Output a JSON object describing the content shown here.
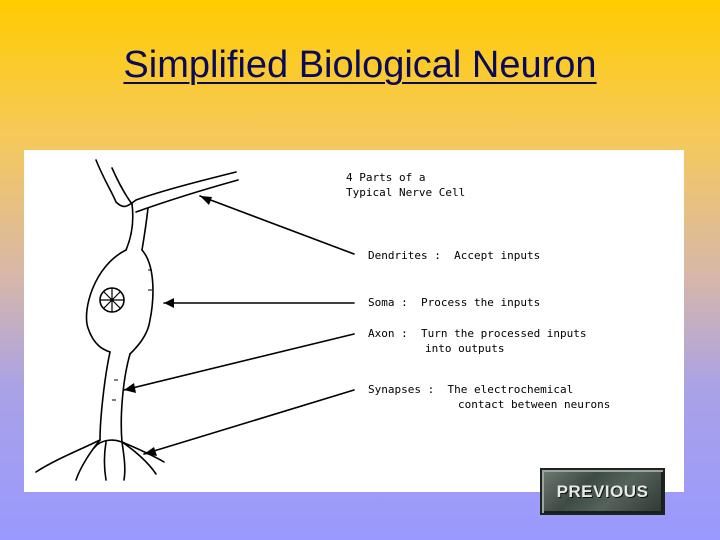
{
  "slide": {
    "title": "Simplified Biological Neuron"
  },
  "diagram": {
    "heading_line1": "4 Parts of a",
    "heading_line2": "Typical Nerve Cell",
    "dendrites": "Dendrites :  Accept inputs",
    "soma": "Soma :  Process the inputs",
    "axon_line1": "Axon :  Turn the processed inputs",
    "axon_line2": "into outputs",
    "synapses_line1": "Synapses :  The electrochemical",
    "synapses_line2": "contact between neurons"
  },
  "nav": {
    "previous_label": "PREVIOUS"
  }
}
